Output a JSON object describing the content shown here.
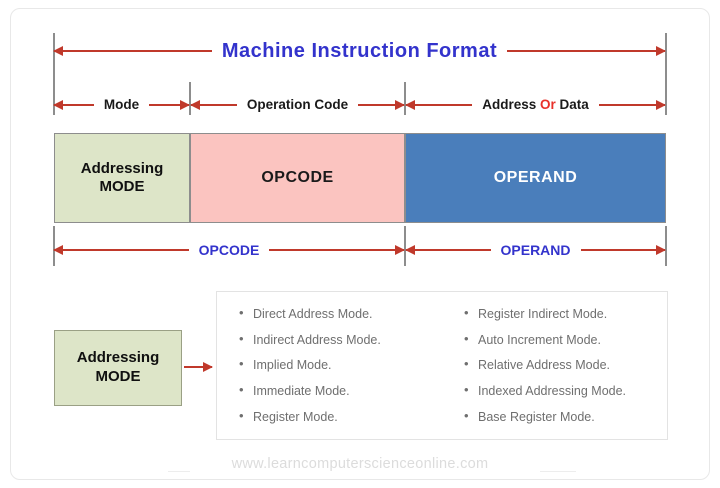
{
  "diagram": {
    "title": "Machine  Instruction  Format",
    "field_labels": {
      "mode": "Mode",
      "operation_code": "Operation  Code",
      "address_prefix": "Address",
      "address_or": "Or",
      "address_suffix": "Data"
    },
    "blocks": [
      {
        "id": "mode",
        "line1": "Addressing",
        "line2": "MODE",
        "fill": "#dde5c8",
        "text_color": "#101010"
      },
      {
        "id": "opcode",
        "line1": "OPCODE",
        "line2": "",
        "fill": "#fbc4c0",
        "text_color": "#1a1a1a"
      },
      {
        "id": "operand",
        "line1": "OPERAND",
        "line2": "",
        "fill": "#4a7ebb",
        "text_color": "#ffffff"
      }
    ],
    "segment_labels": {
      "opcode": "OPCODE",
      "operand": "OPERAND"
    },
    "callout": {
      "line1": "Addressing",
      "line2": "MODE"
    },
    "mode_list": {
      "column_left": [
        "Direct  Address Mode.",
        "Indirect Address Mode.",
        "Implied Mode.",
        "Immediate Mode.",
        "Register Mode."
      ],
      "column_right": [
        "Register Indirect Mode.",
        "Auto Increment Mode.",
        "Relative Address Mode.",
        "Indexed Addressing Mode.",
        "Base Register Mode."
      ]
    },
    "watermark": "www.learncomputerscienceonline.com",
    "colors": {
      "title": "#3333cc",
      "arrow": "#c0392b",
      "or_highlight": "#e8312a",
      "guide_line": "#8d8d8d",
      "segment_label": "#3333cc"
    }
  }
}
